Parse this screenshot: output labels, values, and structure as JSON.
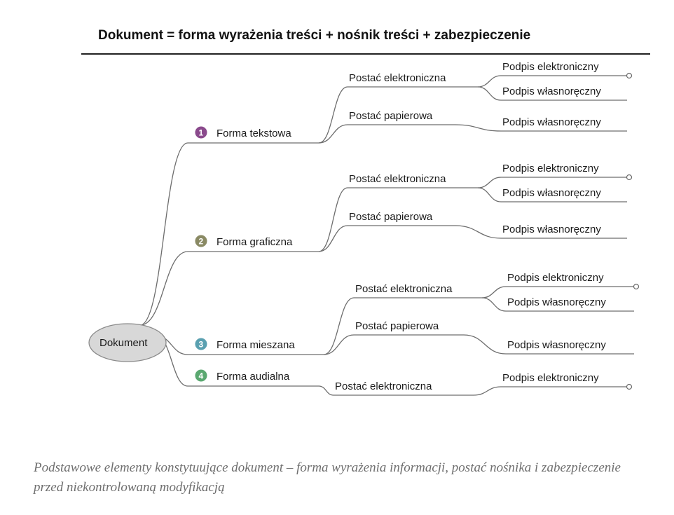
{
  "title": "Dokument = forma wyrażenia treści + nośnik treści  +  zabezpieczenie",
  "caption": "Podstawowe elementy konstytuujące dokument – forma wyrażenia informacji, postać nośnika i zabezpieczenie przed niekontrolowaną modyfikacją",
  "root": {
    "label": "Dokument"
  },
  "forms": [
    {
      "number": "1",
      "label": "Forma tekstowa",
      "badge_color": "#8a4a8c",
      "carriers": [
        {
          "label": "Postać elektroniczna",
          "signatures": [
            "Podpis elektroniczny",
            "Podpis własnoręczny"
          ]
        },
        {
          "label": "Postać papierowa",
          "signatures": [
            "Podpis własnoręczny"
          ]
        }
      ]
    },
    {
      "number": "2",
      "label": "Forma graficzna",
      "badge_color": "#8a8a64",
      "carriers": [
        {
          "label": "Postać elektroniczna",
          "signatures": [
            "Podpis elektroniczny",
            "Podpis własnoręczny"
          ]
        },
        {
          "label": "Postać papierowa",
          "signatures": [
            "Podpis własnoręczny"
          ]
        }
      ]
    },
    {
      "number": "3",
      "label": "Forma mieszana",
      "badge_color": "#5aa0b0",
      "carriers": [
        {
          "label": "Postać elektroniczna",
          "signatures": [
            "Podpis elektroniczny",
            "Podpis własnoręczny"
          ]
        },
        {
          "label": "Postać papierowa",
          "signatures": [
            "Podpis własnoręczny"
          ]
        }
      ]
    },
    {
      "number": "4",
      "label": "Forma audialna",
      "badge_color": "#5aa870",
      "carriers": [
        {
          "label": "Postać elektroniczna",
          "signatures": [
            "Podpis elektroniczny"
          ]
        }
      ]
    }
  ]
}
